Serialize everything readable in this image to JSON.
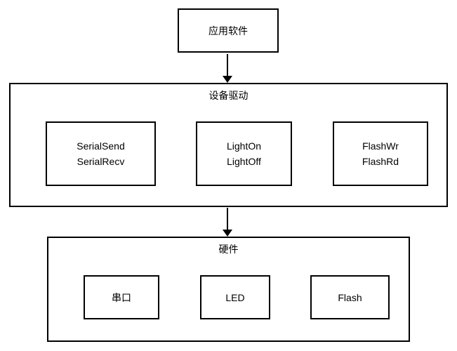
{
  "diagram": {
    "background": "#ffffff",
    "line_color": "#000000",
    "app_box": {
      "label": "应用软件"
    },
    "driver_box": {
      "title": "设备驱动",
      "modules": [
        {
          "line1": "SerialSend",
          "line2": "SerialRecv"
        },
        {
          "line1": "LightOn",
          "line2": "LightOff"
        },
        {
          "line1": "FlashWr",
          "line2": "FlashRd"
        }
      ]
    },
    "hardware_box": {
      "title": "硬件",
      "components": [
        {
          "label": "串口"
        },
        {
          "label": "LED"
        },
        {
          "label": "Flash"
        }
      ]
    }
  }
}
